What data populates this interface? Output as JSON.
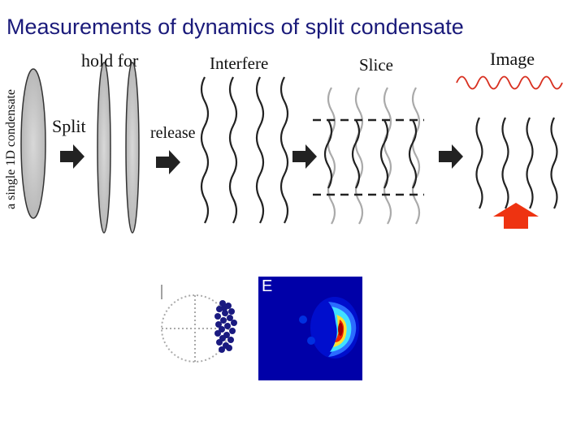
{
  "title": "Measurements of dynamics of split condensate",
  "diagram": {
    "side_label": "a single 1D condensate",
    "split_label": "Split",
    "hold_label": "hold for",
    "release_label": "release",
    "interfere_label": "Interfere",
    "slice_label": "Slice",
    "image_label": "Image",
    "heatmap_tag": "E",
    "colors": {
      "wave": "#222222",
      "slice_wave": "#aaaaaa",
      "image_wave": "#d83020",
      "arrow": "#222222",
      "up_arrow": "#ee3311",
      "cloud": "#c9c9c9",
      "dots": "#1a1a80"
    }
  }
}
